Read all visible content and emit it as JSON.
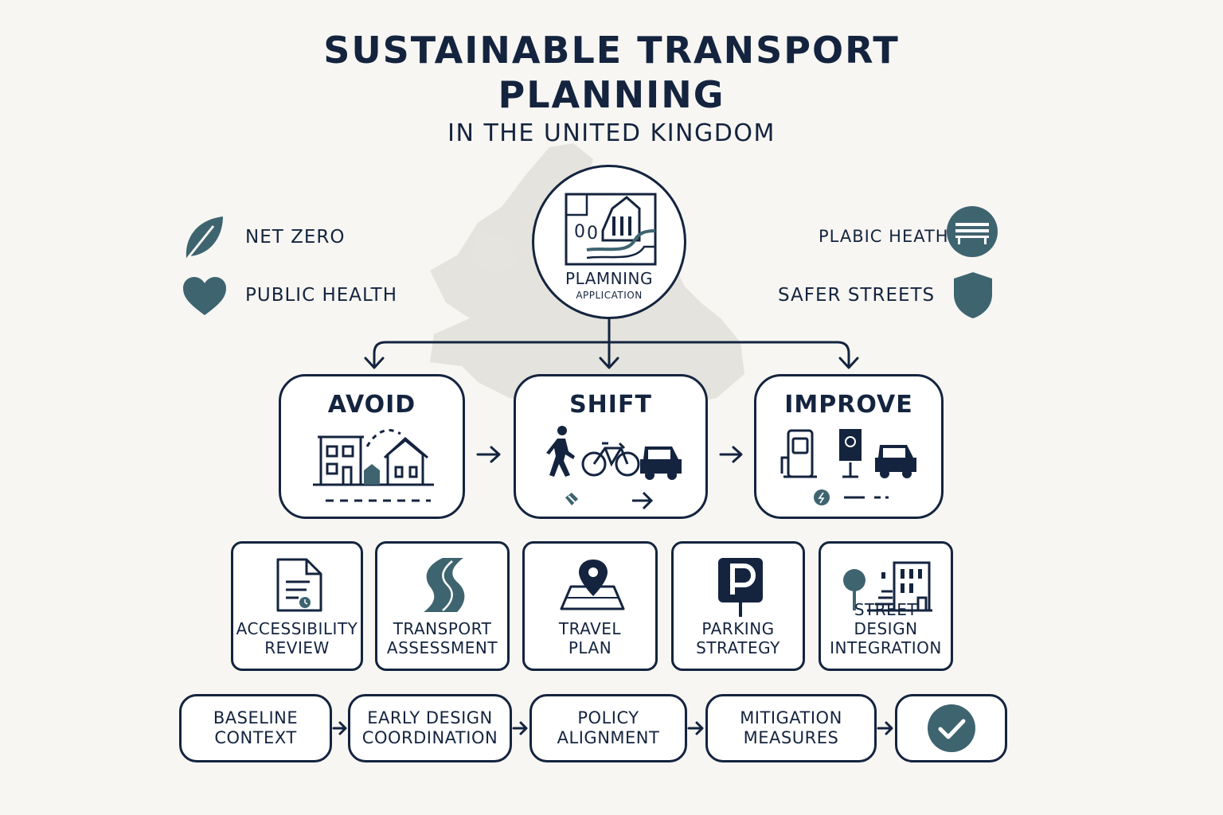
{
  "header": {
    "title_line1": "SUSTAINABLE TRANSPORT",
    "title_line2": "PLANNING",
    "subtitle": "IN THE UNITED KINGDOM"
  },
  "goals_left": [
    {
      "label": "NET ZERO",
      "icon": "leaf-icon"
    },
    {
      "label": "PUBLIC HEALTH",
      "icon": "heart-icon"
    }
  ],
  "goals_right": [
    {
      "label": "PLABIC HEATH",
      "icon": "bench-icon"
    },
    {
      "label": "SAFER STREETS",
      "icon": "shield-icon"
    }
  ],
  "hub": {
    "label_line1": "PLAMNING",
    "label_line2": "APPLICATION",
    "icon": "site-plan-icon"
  },
  "stages": [
    {
      "title": "AVOID",
      "icon": "houses-icon"
    },
    {
      "title": "SHIFT",
      "icon": "walk-bike-car-icon"
    },
    {
      "title": "IMPROVE",
      "icon": "ev-charger-icon"
    }
  ],
  "tools": [
    {
      "line1": "ACCESSIBILITY",
      "line2": "REVIEW",
      "icon": "document-clock-icon"
    },
    {
      "line1": "TRANSPORT",
      "line2": "ASSESSMENT",
      "icon": "road-icon"
    },
    {
      "line1": "TRAVEL",
      "line2": "PLAN",
      "icon": "map-pin-icon"
    },
    {
      "line1": "PARKING",
      "line2": "STRATEGY",
      "icon": "parking-sign-icon"
    },
    {
      "line1": "STREET DESIGN",
      "line2": "INTEGRATION",
      "icon": "tree-building-icon"
    }
  ],
  "steps": [
    {
      "line1": "BASELINE",
      "line2": "CONTEXT"
    },
    {
      "line1": "EARLY DESIGN",
      "line2": "COORDINATION"
    },
    {
      "line1": "POLICY",
      "line2": "ALIGNMENT"
    },
    {
      "line1": "MITIGATION",
      "line2": "MEASURES"
    },
    {
      "icon": "checkmark-icon"
    }
  ],
  "colors": {
    "navy": "#14243f",
    "teal": "#3e6470",
    "background": "#f7f6f2",
    "map_silhouette": "#dedcd6"
  }
}
